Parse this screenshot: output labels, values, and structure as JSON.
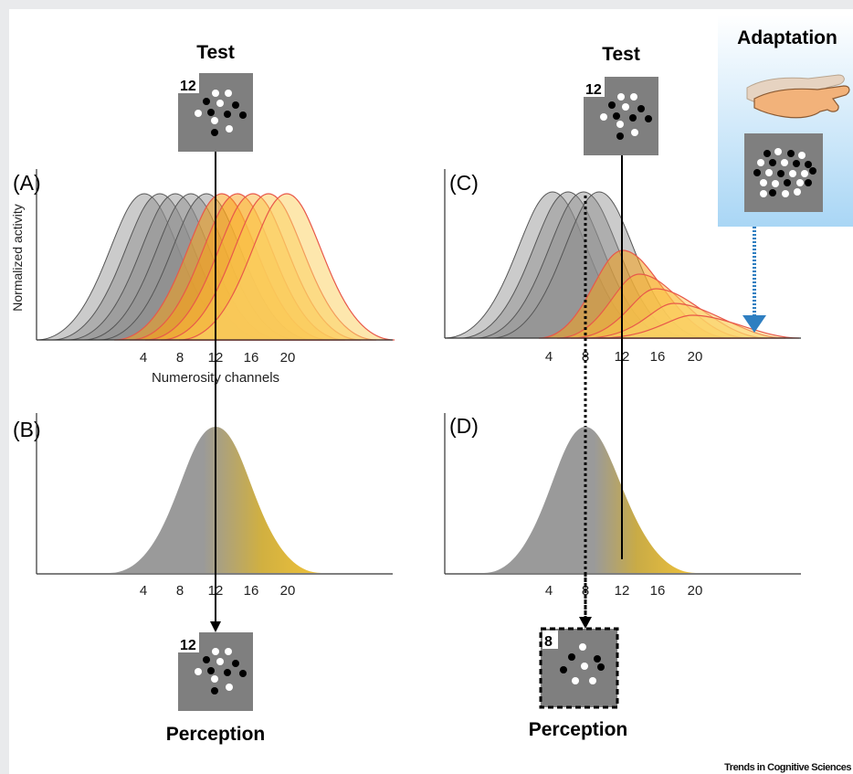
{
  "figure": {
    "panel_labels": {
      "a": "(A)",
      "b": "(B)",
      "c": "(C)",
      "d": "(D)"
    },
    "left": {
      "test_title": "Test",
      "test_stimulus_number": "12",
      "perception_title": "Perception",
      "perception_stimulus_number": "12",
      "y_axis_label": "Normalized activity",
      "x_axis_label": "Numerosity channels",
      "ticks_top": [
        "4",
        "8",
        "12",
        "16",
        "20"
      ],
      "ticks_bottom": [
        "4",
        "8",
        "12",
        "16",
        "20"
      ]
    },
    "right": {
      "test_title": "Test",
      "test_stimulus_number": "12",
      "adaptation_title": "Adaptation",
      "perception_title": "Perception",
      "perception_stimulus_number": "8",
      "ticks_top": [
        "4",
        "8",
        "12",
        "16",
        "20"
      ],
      "ticks_bottom": [
        "4",
        "8",
        "12",
        "16",
        "20"
      ]
    },
    "credit": "Trends in Cognitive Sciences"
  },
  "colors": {
    "gray_fill": "#8c8c8c",
    "orange_fill": "#f7a21b",
    "yellow_fill": "#fbd46a",
    "red_outline": "#e8584a",
    "stimulus_bg": "#7f7f7f",
    "adaptation_gradient_top": "#ffffff",
    "adaptation_gradient_bottom": "#a9d6f5",
    "arrow_blue": "#2f7fc1"
  },
  "icons": [
    "hand-icon",
    "dot-stimulus-icon",
    "arrow-down-icon"
  ]
}
